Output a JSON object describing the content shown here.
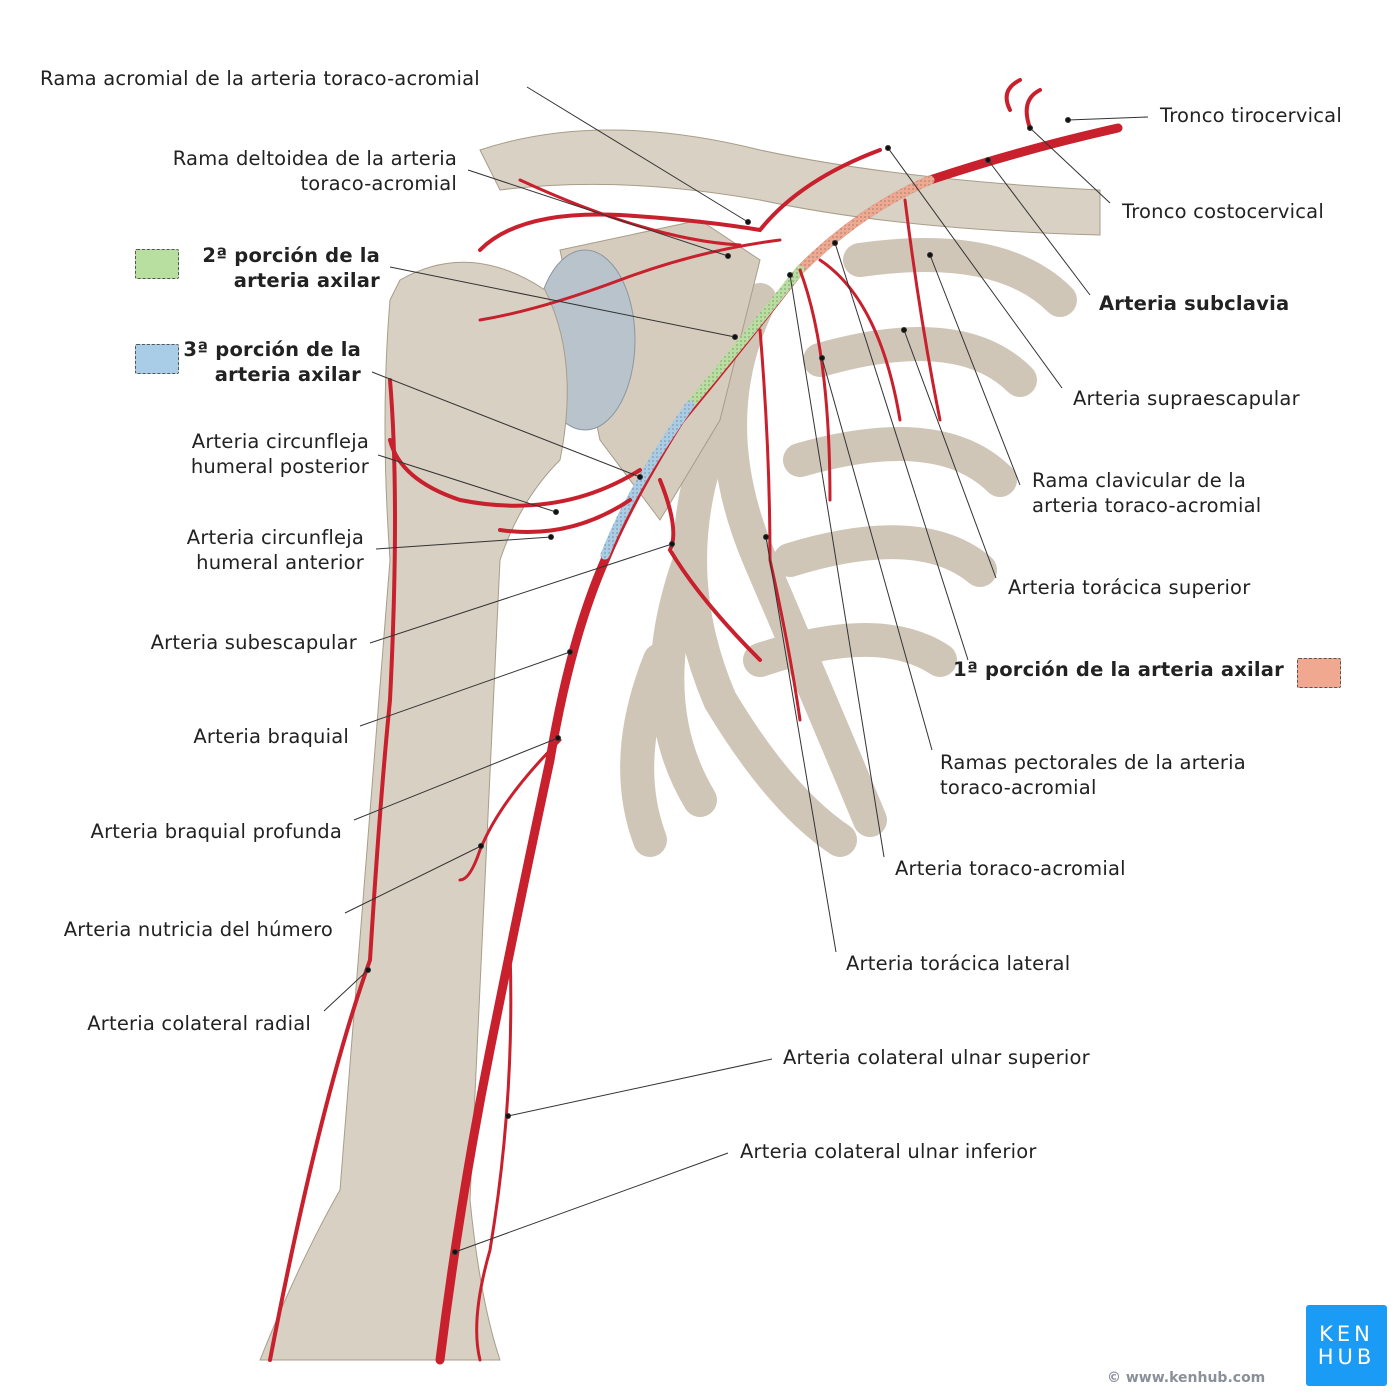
{
  "labels": {
    "rama_acromial": "Rama acromial de la arteria toraco-acromial",
    "rama_deltoidea": [
      "Rama deltoidea de la arteria",
      "toraco-acromial"
    ],
    "porcion2": [
      "2ª porción de la",
      "arteria axilar"
    ],
    "porcion3": [
      "3ª porción de la",
      "arteria axilar"
    ],
    "circ_post": [
      "Arteria circunfleja",
      "humeral posterior"
    ],
    "circ_ant": [
      "Arteria circunfleja",
      "humeral anterior"
    ],
    "subescapular": "Arteria subescapular",
    "braquial": "Arteria braquial",
    "braquial_profunda": "Arteria braquial profunda",
    "nutricia": "Arteria nutricia del húmero",
    "colateral_radial": "Arteria colateral radial",
    "ulnar_sup": "Arteria colateral ulnar superior",
    "ulnar_inf": "Arteria colateral ulnar inferior",
    "tirocervical": "Tronco tirocervical",
    "costocervical": "Tronco costocervical",
    "subclavia": "Arteria subclavia",
    "supraescapular": "Arteria supraescapular",
    "rama_clavicular": [
      "Rama clavicular de la",
      "arteria toraco-acromial"
    ],
    "toracica_sup": "Arteria torácica superior",
    "porcion1": "1ª porción de la arteria axilar",
    "ramas_pectorales": [
      "Ramas pectorales de la arteria",
      "toraco-acromial"
    ],
    "toraco_acromial": "Arteria toraco-acromial",
    "toracica_lat": "Arteria torácica lateral"
  },
  "legend_colors": {
    "porcion1": "#f0a890",
    "porcion2": "#b8dfa0",
    "porcion3": "#a9cde6"
  },
  "colors": {
    "artery": "#c8202c",
    "bone": "#d8d0c2",
    "brand": "#1a9cf6"
  },
  "brand": {
    "logo_line1": "KEN",
    "logo_line2": "HUB",
    "copyright": "© www.kenhub.com"
  }
}
